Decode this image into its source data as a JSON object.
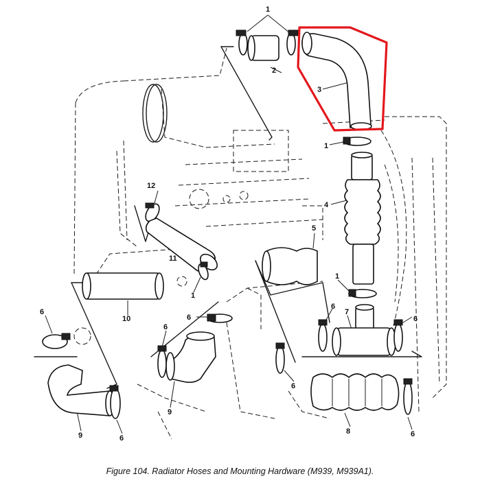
{
  "caption": "Figure 104.  Radiator Hoses and Mounting Hardware (M939, M939A1).",
  "callouts": {
    "c1_top": "1",
    "c2": "2",
    "c3": "3",
    "c1_mid": "1",
    "c4": "4",
    "c12": "12",
    "c11": "11",
    "c1_left": "1",
    "c5": "5",
    "c10": "10",
    "c1_lower": "1",
    "c6_a": "6",
    "c6_b": "6",
    "c6_c": "6",
    "c7": "7",
    "c6_d": "6",
    "c6_e": "6",
    "c6_f": "6",
    "c9_a": "9",
    "c9_b": "9",
    "c6_g": "6",
    "c6_h": "6",
    "c8": "8"
  },
  "highlight_color": "#e3171c"
}
